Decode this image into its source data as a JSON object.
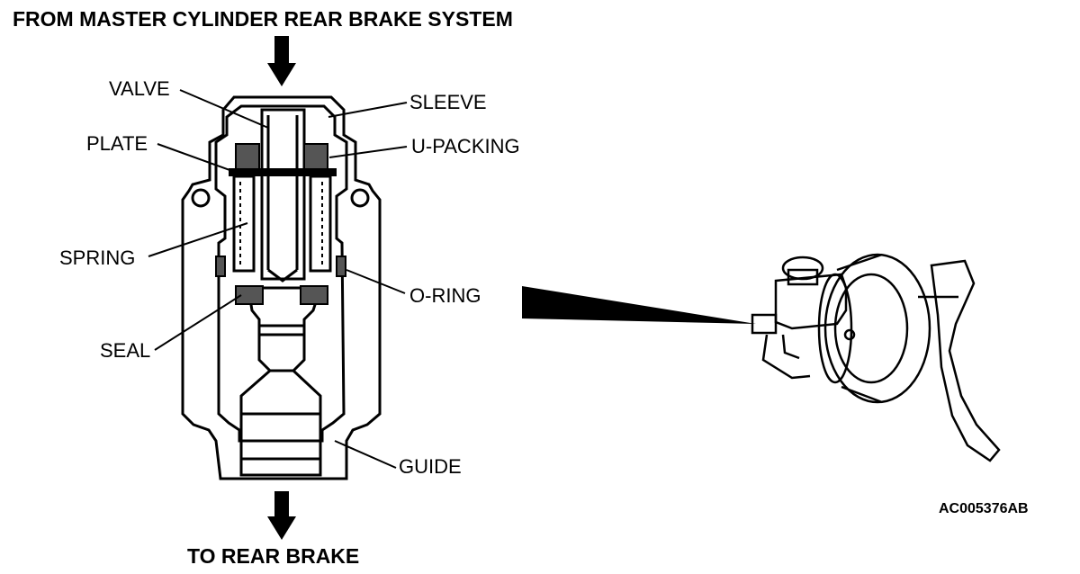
{
  "title_top": "FROM MASTER CYLINDER REAR BRAKE SYSTEM",
  "title_bottom": "TO REAR BRAKE",
  "figure_code": "AC005376AB",
  "labels": {
    "valve": "VALVE",
    "sleeve": "SLEEVE",
    "plate": "PLATE",
    "u_packing": "U-PACKING",
    "spring": "SPRING",
    "o_ring": "O-RING",
    "seal": "SEAL",
    "guide": "GUIDE"
  }
}
